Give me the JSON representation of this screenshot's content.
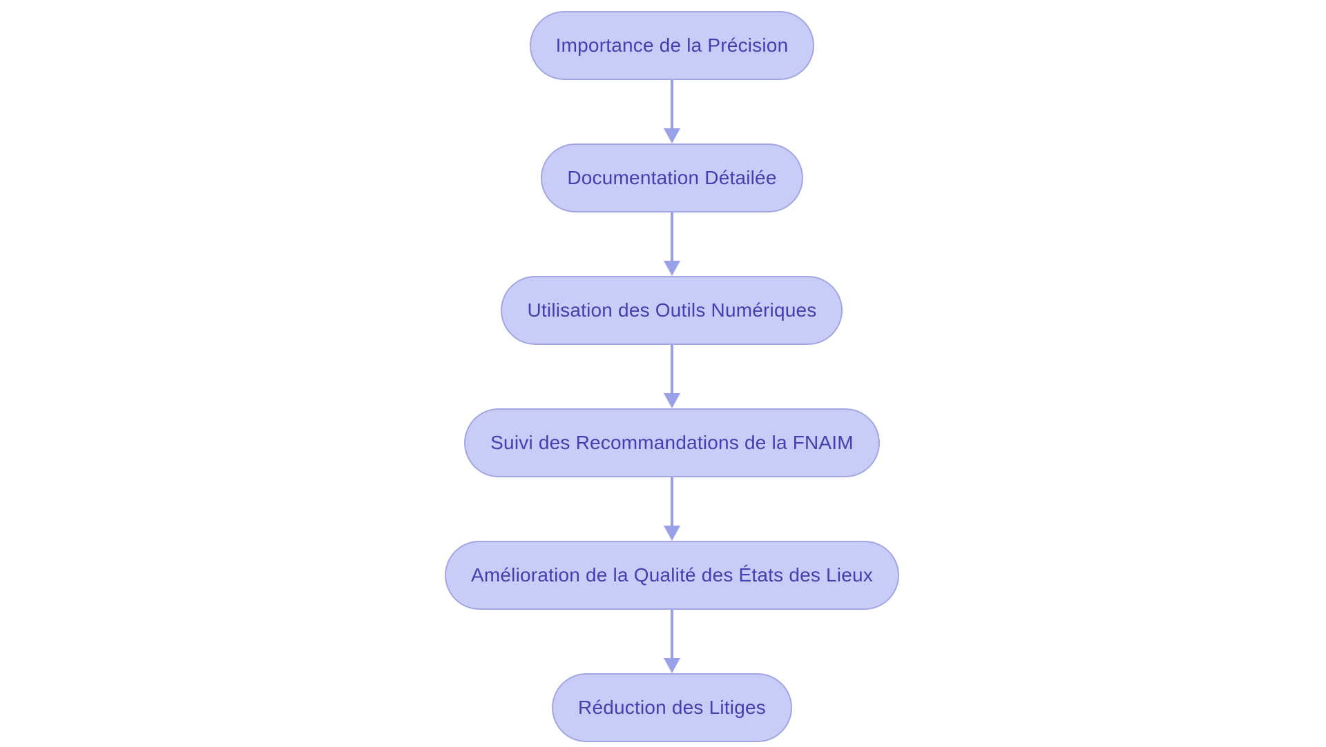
{
  "diagram": {
    "type": "flowchart",
    "direction": "top-down",
    "nodes": [
      {
        "id": 1,
        "label": "Importance de la Précision"
      },
      {
        "id": 2,
        "label": "Documentation Détailée"
      },
      {
        "id": 3,
        "label": "Utilisation des Outils Numériques"
      },
      {
        "id": 4,
        "label": "Suivi des Recommandations de la FNAIM"
      },
      {
        "id": 5,
        "label": "Amélioration de la Qualité des États des Lieux"
      },
      {
        "id": 6,
        "label": "Réduction des Litiges"
      }
    ],
    "edges": [
      {
        "from": 1,
        "to": 2
      },
      {
        "from": 2,
        "to": 3
      },
      {
        "from": 3,
        "to": 4
      },
      {
        "from": 4,
        "to": 5
      },
      {
        "from": 5,
        "to": 6
      }
    ],
    "colors": {
      "background": "#ffffff",
      "node_fill": "#c9ccf7",
      "node_border": "#a2a7e2",
      "node_text": "#4140b0",
      "arrow": "#98a0ea"
    }
  }
}
